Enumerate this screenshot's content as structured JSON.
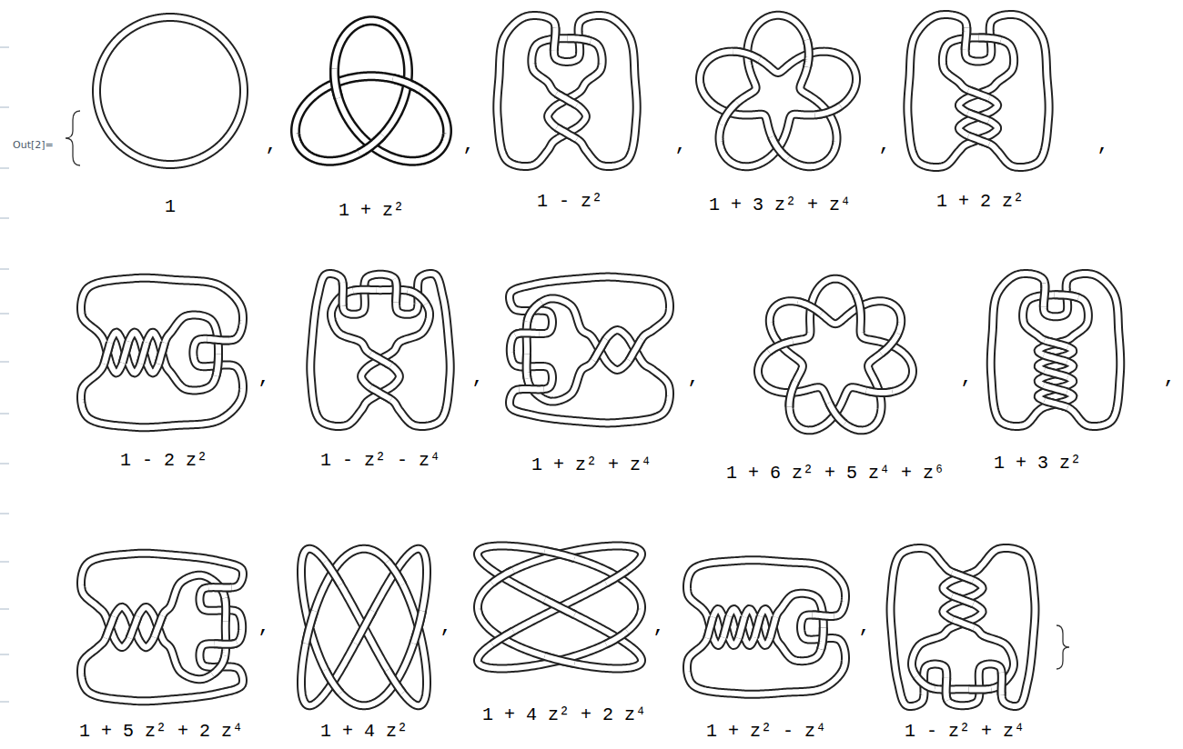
{
  "diagram": {
    "labels": [
      "Out[2]=",
      "1",
      ",",
      "1 + z²",
      ",",
      "1 - z²",
      ",",
      "1 + 3 z² + z⁴",
      ",",
      "1 + 2 z²",
      ",",
      "1 - 2 z²",
      ",",
      "1 - z² - z⁴",
      ",",
      "1 + z² + z⁴",
      ",",
      "1 + 6 z² + 5 z⁴ + z⁶",
      ",",
      "1 + 3 z²",
      ",",
      "1 + 5 z² + 2 z⁴",
      ",",
      "1 + 4 z²",
      ",",
      "1 + 4 z² + 2 z⁴",
      ",",
      "1 + z² - z⁴",
      ",",
      "1 - z² + z⁴"
    ]
  }
}
